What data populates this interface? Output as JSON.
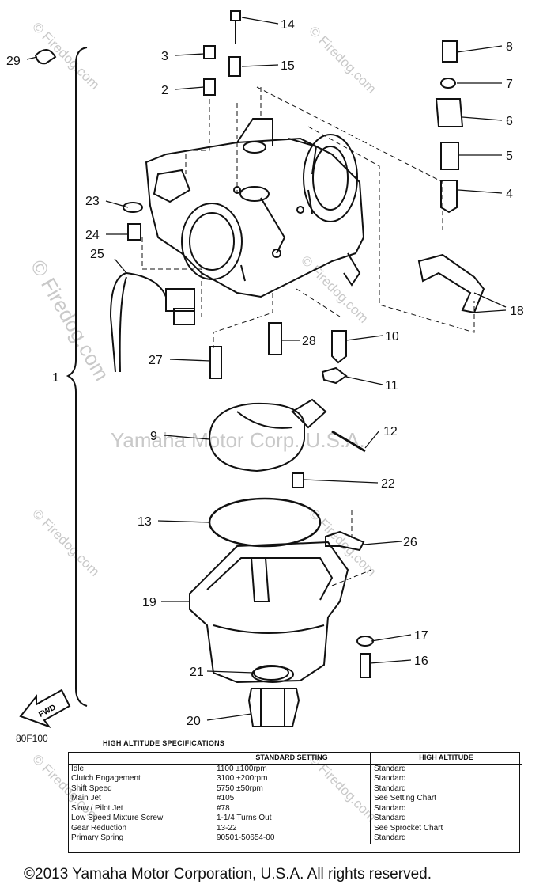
{
  "watermarks": [
    "© Firedog.com",
    "Yamaha Motor Corp. U.S.A."
  ],
  "part_callouts": [
    "1",
    "2",
    "3",
    "4",
    "5",
    "6",
    "7",
    "8",
    "9",
    "10",
    "11",
    "12",
    "13",
    "14",
    "15",
    "16",
    "17",
    "18",
    "19",
    "20",
    "21",
    "22",
    "23",
    "24",
    "25",
    "26",
    "27",
    "28",
    "29"
  ],
  "fwd_label": "FWD",
  "model_code": "80F100",
  "spec_table": {
    "title": "HIGH ALTITUDE SPECIFICATIONS",
    "headers": [
      "",
      "STANDARD SETTING",
      "HIGH ALTITUDE"
    ],
    "rows": [
      [
        "Idle",
        "1100 ±100rpm",
        "Standard"
      ],
      [
        "Clutch Engagement",
        "3100 ±200rpm",
        "Standard"
      ],
      [
        "Shift Speed",
        "5750 ±50rpm",
        "Standard"
      ],
      [
        "Main Jet",
        "#105",
        "See Setting Chart"
      ],
      [
        "Slow / Pilot Jet",
        "#78",
        "Standard"
      ],
      [
        "Low Speed Mixture Screw",
        "1-1/4 Turns Out",
        "Standard"
      ],
      [
        "Gear Reduction",
        "13-22",
        "See Sprocket Chart"
      ],
      [
        "Primary Spring",
        "90501-50654-00",
        "Standard"
      ]
    ]
  },
  "copyright": "©2013 Yamaha Motor Corporation, U.S.A. All rights reserved."
}
